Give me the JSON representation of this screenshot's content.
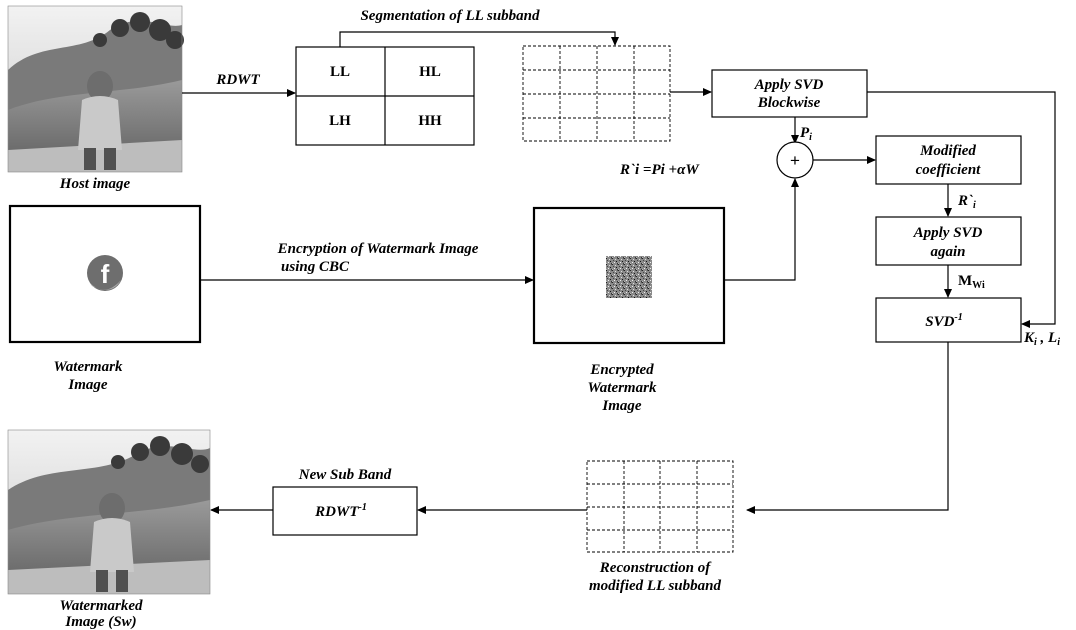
{
  "top": {
    "segmentation_label": "Segmentation of LL subband",
    "rdwt_label": "RDWT",
    "subbands": {
      "ll": "LL",
      "hl": "HL",
      "lh": "LH",
      "hh": "HH"
    },
    "host_caption": "Host image",
    "apply_svd_line1": "Apply SVD",
    "apply_svd_line2": "Blockwise",
    "pi_label": "P",
    "pi_sub": "i",
    "adder_symbol": "+",
    "formula": "R`i =Pi +αW"
  },
  "right": {
    "modified_line1": "Modified",
    "modified_line2": "coefficient",
    "ri_label": "R`",
    "ri_sub": "i",
    "svd_again_line1": "Apply SVD",
    "svd_again_line2": "again",
    "mwi_label": "M",
    "mwi_sub": "Wi",
    "svd_inv": "SVD",
    "svd_inv_sup": "-1",
    "kl_label": "K",
    "kl_sub_i": "i",
    "kl_sep": " , L",
    "kl_sub_i2": "i"
  },
  "middle": {
    "watermark_caption_line1": "Watermark",
    "watermark_caption_line2": "Image",
    "encryption_line1": "Encryption of Watermark Image",
    "encryption_line2": "using CBC",
    "encrypted_line1": "Encrypted",
    "encrypted_line2": "Watermark",
    "encrypted_line3": "Image",
    "logo_glyph": "f"
  },
  "bottom": {
    "new_sub_band": "New Sub Band",
    "rdwt_inv": "RDWT",
    "rdwt_inv_sup": "-1",
    "reconstruction_line1": "Reconstruction of",
    "reconstruction_line2": "modified LL subband",
    "watermarked_line1": "Watermarked",
    "watermarked_line2": "Image (Sw)"
  }
}
